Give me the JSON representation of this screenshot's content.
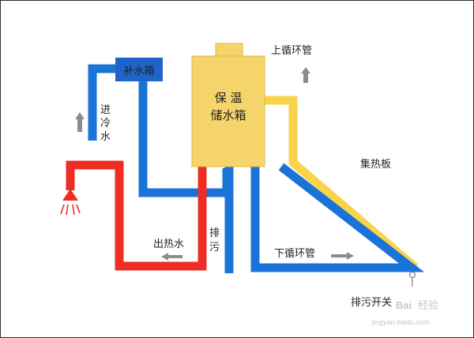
{
  "colors": {
    "hot": "#ee2d24",
    "cold": "#1a73d6",
    "circulation": "#f7d44a",
    "tank": "#f5d56b",
    "tank_stroke": "#e3b83d",
    "makeup_tank": "#1f64c8",
    "arrow": "#8c8c8c",
    "text": "#222222"
  },
  "labels": {
    "makeup_tank": "补水箱",
    "storage_tank_line1": "保 温",
    "storage_tank_line2": "储水箱",
    "upper_loop": "上循环管",
    "cold_inlet_1": "进",
    "cold_inlet_2": "冷",
    "cold_inlet_3": "水",
    "collector": "集热板",
    "hot_outlet": "出热水",
    "drain_1": "排",
    "drain_2": "污",
    "lower_loop": "下循环管",
    "drain_switch": "排污开关",
    "watermark_brand": "Bai",
    "watermark_text": "经验",
    "watermark_url": "jingyan.baidu.com"
  },
  "icons": {
    "shower": "shower-head-icon",
    "flow": "flow-arrow-icon",
    "valve": "valve-icon"
  }
}
